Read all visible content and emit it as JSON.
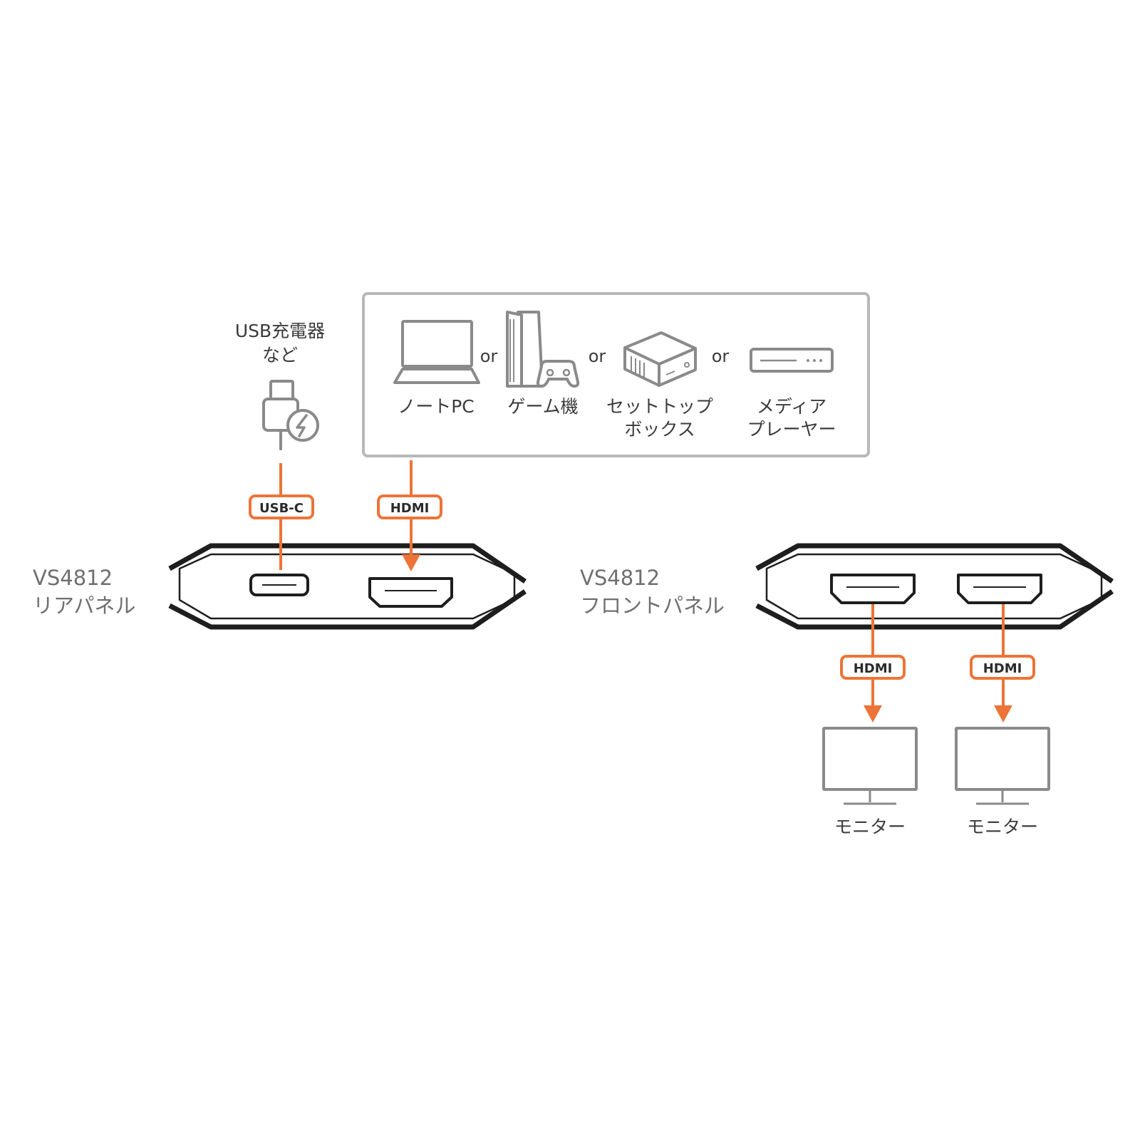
{
  "colors": {
    "accent": "#ed7438",
    "icon_gray": "#8a8a8a",
    "device_outline": "#1e1e1e",
    "label_gray": "#6f6f6f"
  },
  "charger": {
    "label_line1": "USB充電器",
    "label_line2": "など",
    "icon": "usb-charger-icon"
  },
  "sources": {
    "items": [
      {
        "icon": "laptop-icon",
        "label_line1": "ノートPC",
        "label_line2": ""
      },
      {
        "icon": "game-console-icon",
        "label_line1": "ゲーム機",
        "label_line2": ""
      },
      {
        "icon": "set-top-box-icon",
        "label_line1": "セットトップ",
        "label_line2": "ボックス"
      },
      {
        "icon": "media-player-icon",
        "label_line1": "メディア",
        "label_line2": "プレーヤー"
      }
    ],
    "separator": "or"
  },
  "rear_panel": {
    "model": "VS4812",
    "name": "リアパネル",
    "usb_badge": "USB-C",
    "hdmi_badge": "HDMI"
  },
  "front_panel": {
    "model": "VS4812",
    "name": "フロントパネル",
    "outputs": [
      {
        "badge": "HDMI",
        "monitor_label": "モニター",
        "icon": "monitor-icon"
      },
      {
        "badge": "HDMI",
        "monitor_label": "モニター",
        "icon": "monitor-icon"
      }
    ]
  }
}
